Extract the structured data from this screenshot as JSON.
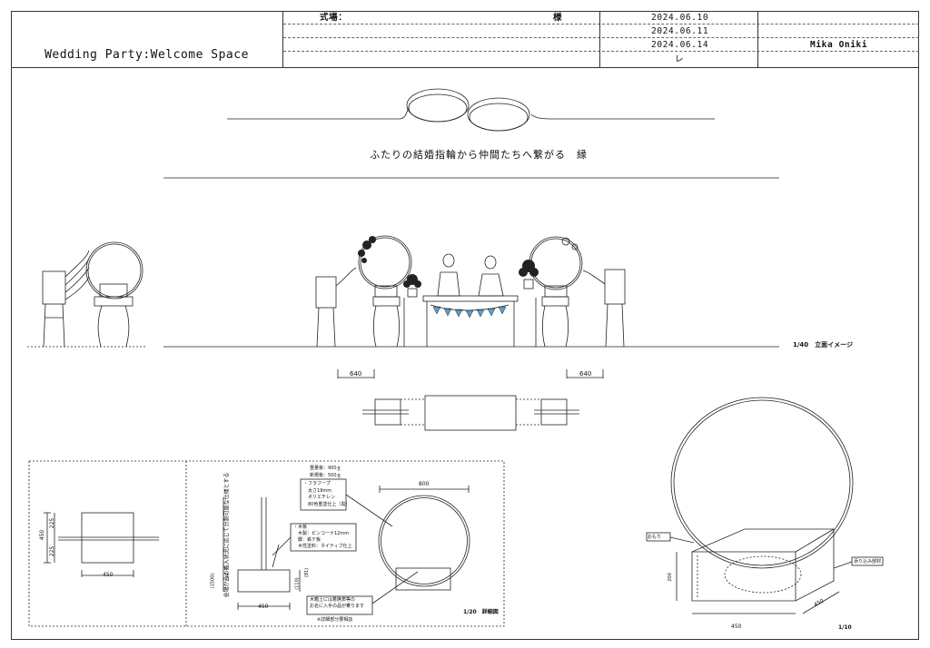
{
  "title_block": {
    "project_title": "Wedding Party:Welcome Space",
    "venue_label": "式場：",
    "honorific": "様",
    "revision_dates": [
      "2024.06.10",
      "2024.06.11",
      "2024.06.14"
    ],
    "revision_mark": "レ",
    "designer": "Mika Oniki"
  },
  "concept": {
    "caption": "ふたりの結婚指輪から仲間たちへ繋がる　縁"
  },
  "elevation": {
    "scale_label": "1/40　立面イメージ",
    "dim_left": "640",
    "dim_right": "640"
  },
  "detail": {
    "scale_label": "1/20　詳細図",
    "dim_small_width": "450",
    "dim_small_height": "450",
    "dim_small_split_top": "225",
    "dim_small_split_bottom": "225",
    "dim_vertical_note": "会場からの搬入状況に応じて分割可能な仕様とする",
    "ring_weights": [
      "重量板：900ｇ",
      "新規板：500ｇ"
    ],
    "ring_spec": [
      "・フラフープ",
      "　太さ19mm",
      "　ポリエチレン",
      "　80色重塗仕上（黒）"
    ],
    "base_spec": [
      "・木板",
      "　木製：ピンコーナ12mm",
      "　脚：鉄テ板",
      "　木性塗料：ネイティブ仕上"
    ],
    "ring_dim": "800",
    "base_dim": "450",
    "base_height": "200",
    "height_dims": [
      "(1500)",
      "(110)",
      "(81)"
    ],
    "note": [
      "木箱上には着席表等の",
      "お名に入手の品が乗ります",
      "※詳細部分要相談"
    ]
  },
  "perspective": {
    "scale_label": "1/10",
    "label_left": "おもり",
    "label_right": "添り込み部材",
    "dim_width": "450",
    "dim_depth": "450",
    "dim_height": "200"
  }
}
